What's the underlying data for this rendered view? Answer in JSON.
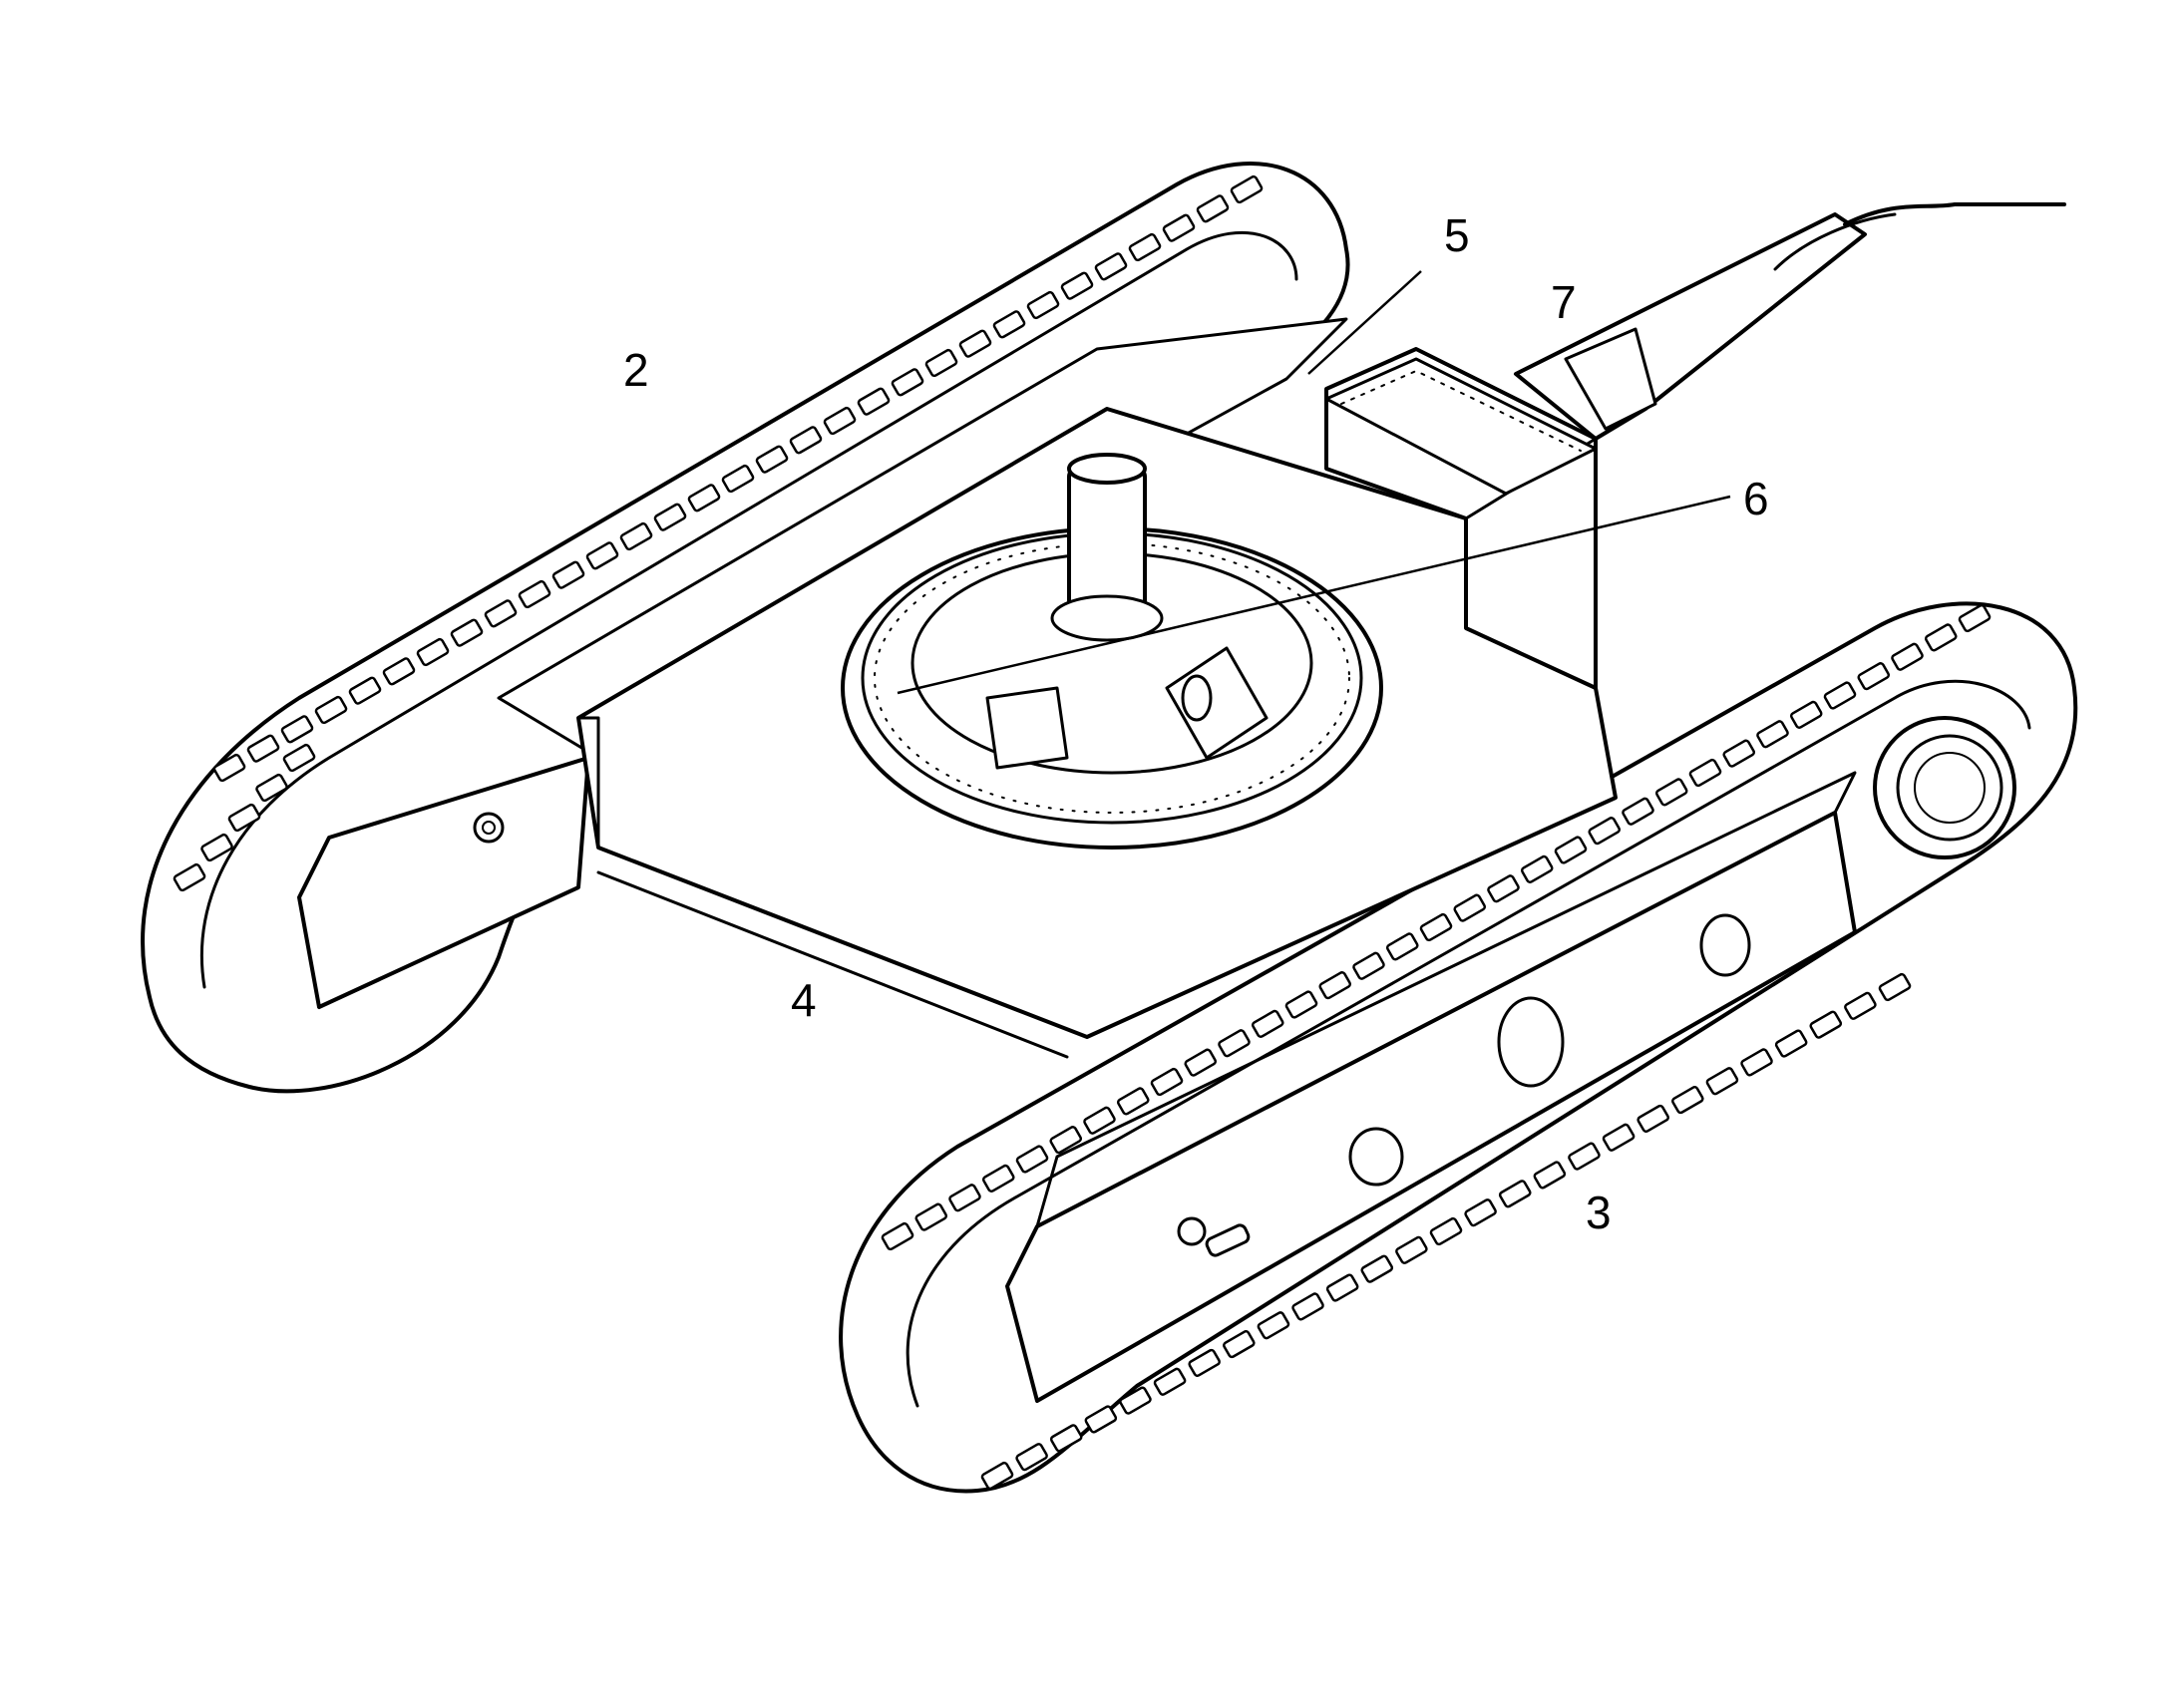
{
  "callouts": [
    {
      "id": "2",
      "label": "2"
    },
    {
      "id": "3",
      "label": "3"
    },
    {
      "id": "4",
      "label": "4"
    },
    {
      "id": "5",
      "label": "5"
    },
    {
      "id": "6",
      "label": "6"
    },
    {
      "id": "7",
      "label": "7"
    }
  ],
  "colors": {
    "line": "#000000",
    "background": "#ffffff"
  }
}
